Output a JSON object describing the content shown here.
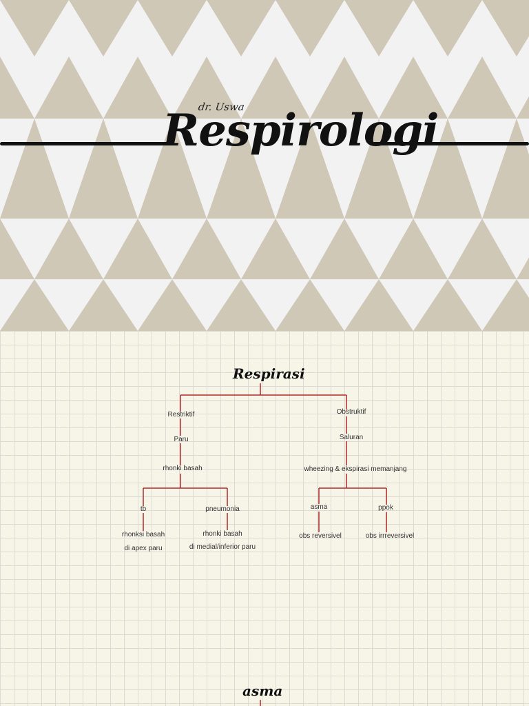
{
  "cover": {
    "author": "dr. Uswa",
    "title": "Respirologi",
    "colors": {
      "triangle": "#d0c8b7",
      "background": "#f2f2f2"
    }
  },
  "notes": {
    "colors": {
      "paper": "#f7f4e8",
      "grid": "#dcdad2",
      "line": "#b12a2a"
    },
    "title": "Respirasi",
    "tree": {
      "restriktif": "Restriktif",
      "paru": "Paru",
      "rhonki_basah": "rhonki basah",
      "tb": "tb",
      "tb_note_1": "rhonksi basah",
      "tb_note_2": "di apex paru",
      "pneumonia": "pneumonia",
      "pneumonia_note_1": "rhonki basah",
      "pneumonia_note_2": "di medial/inferior paru",
      "obstruktif": "Obstruktif",
      "saluran": "Saluran",
      "wheezing": "wheezing & ekspirasi memanjang",
      "asma": "asma",
      "asma_note": "obs reversivel",
      "ppok": "ppok",
      "ppok_note": "obs irrreversivel"
    },
    "next_title": "asma"
  }
}
